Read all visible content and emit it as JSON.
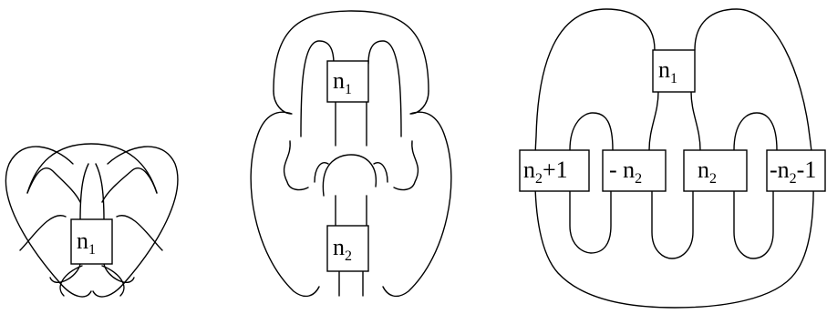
{
  "figures": [
    {
      "name": "figure-left",
      "boxes": [
        {
          "name": "box-n1",
          "main": "n",
          "sub": "1",
          "rest": ""
        }
      ]
    },
    {
      "name": "figure-middle",
      "boxes": [
        {
          "name": "box-n1",
          "main": "n",
          "sub": "1",
          "rest": ""
        },
        {
          "name": "box-n2",
          "main": "n",
          "sub": "2",
          "rest": ""
        }
      ]
    },
    {
      "name": "figure-right",
      "boxes": [
        {
          "name": "box-n1",
          "main": "n",
          "sub": "1",
          "rest": ""
        },
        {
          "name": "box-n2-plus-1",
          "main": "n",
          "sub": "2",
          "rest": "+1"
        },
        {
          "name": "box-minus-n2",
          "main": "- n",
          "sub": "2",
          "rest": ""
        },
        {
          "name": "box-n2",
          "main": "n",
          "sub": "2",
          "rest": ""
        },
        {
          "name": "box-minus-n2-minus-1",
          "main": "-n",
          "sub": "2",
          "rest": "-1"
        }
      ]
    }
  ]
}
